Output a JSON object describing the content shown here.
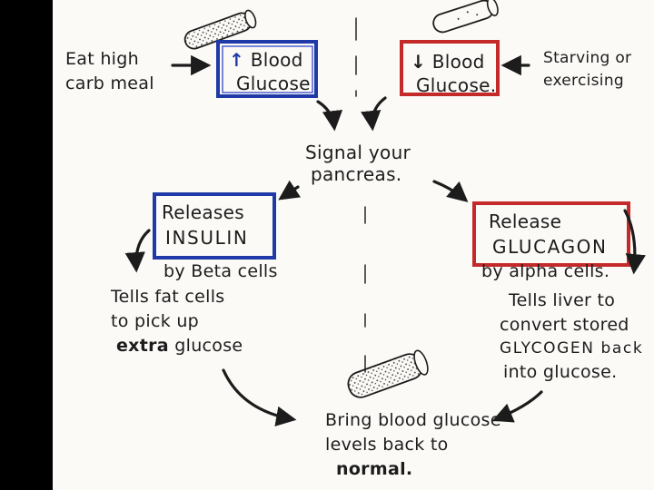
{
  "title": "",
  "nodes": {
    "eat_high_carb": {
      "line1": "Eat high",
      "line2": "carb meal"
    },
    "high_glucose": {
      "arrow": "↑",
      "line1": "Blood",
      "line2": "Glucose"
    },
    "low_glucose": {
      "arrow": "↓",
      "line1": "Blood",
      "line2": "Glucose."
    },
    "starving": {
      "line1": "Starving or",
      "line2": "exercising"
    },
    "signal": {
      "line1": "Signal your",
      "line2": "pancreas."
    },
    "insulin": {
      "line1": "Releases",
      "line2": "INSULIN",
      "caption": "by Beta cells"
    },
    "glucagon": {
      "line1": "Release",
      "line2": "GLUCAGON",
      "caption": "by alpha cells."
    },
    "fat_cells": {
      "line1": "Tells fat cells",
      "line2": "to pick up",
      "line3_bold": "extra",
      "line3_rest": " glucose"
    },
    "liver": {
      "line1": "Tells liver to",
      "line2": "convert stored",
      "line3": "GLYCOGEN back",
      "line4": "into glucose."
    },
    "normal": {
      "line1": "Bring blood glucose",
      "line2": "levels back to",
      "line3": "normal."
    }
  },
  "colors": {
    "blue_box": "#1f3aa8",
    "red_box": "#c42a2a",
    "ink": "#1c1c1c",
    "paper": "#fbfaf7"
  },
  "icons": [
    "blood-vessel-icon",
    "blood-vessel-icon",
    "blood-vessel-icon"
  ]
}
